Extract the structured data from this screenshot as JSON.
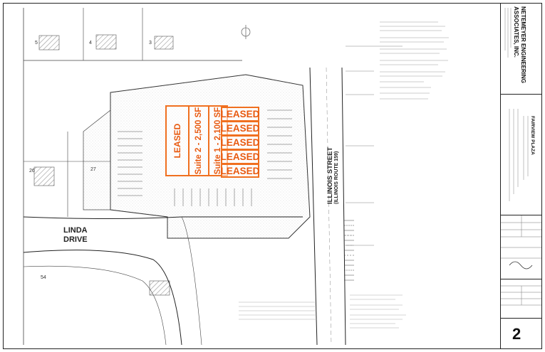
{
  "firm": {
    "name_line1": "NETEMEYER ENGINEERING",
    "name_line2": "ASSOCIATES, INC."
  },
  "project": {
    "title": "FAIRVIEW PLAZA"
  },
  "plan": {
    "street_name": "ILLINOIS STREET",
    "street_sub": "(ILLINOIS ROUTE 159)",
    "linda_drive_line1": "LINDA",
    "linda_drive_line2": "DRIVE",
    "lot_labels": [
      "5",
      "4",
      "3",
      "26",
      "27",
      "54"
    ],
    "suites": [
      {
        "label": "LEASED"
      },
      {
        "label": "Suite 2 - 2,500 SF"
      },
      {
        "label": "Suite 1 - 2,100 SF"
      }
    ],
    "leased_rows": [
      "LEASED",
      "LEASED",
      "LEASED",
      "LEASED",
      "LEASED"
    ]
  },
  "sheet": {
    "number": "2"
  }
}
